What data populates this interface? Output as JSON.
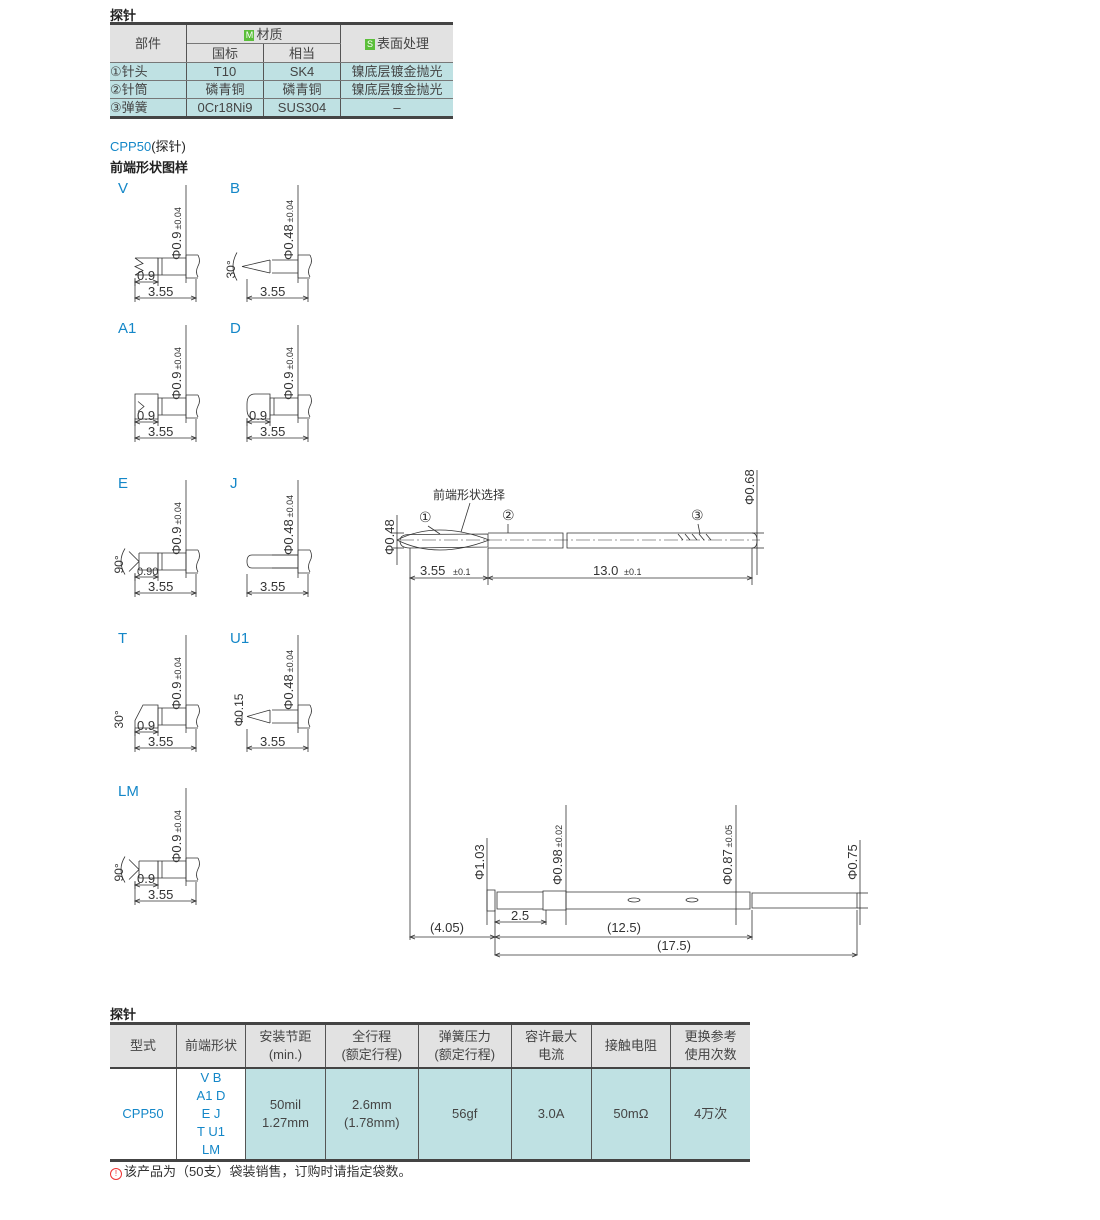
{
  "materials": {
    "title": "探针",
    "headers": {
      "part": "部件",
      "material": "材质",
      "material_badge": "M",
      "gb": "国标",
      "equiv": "相当",
      "surface": "表面处理",
      "surface_badge": "S"
    },
    "rows": [
      {
        "part": "①针头",
        "gb": "T10",
        "equiv": "SK4",
        "surface": "镍底层镀金抛光"
      },
      {
        "part": "②针筒",
        "gb": "磷青铜",
        "equiv": "磷青铜",
        "surface": "镍底层镀金抛光"
      },
      {
        "part": "③弹簧",
        "gb": "0Cr18Ni9",
        "equiv": "SUS304",
        "surface": "–"
      }
    ]
  },
  "model_heading": {
    "model": "CPP50",
    "suffix": "(探针)"
  },
  "tip_heading": "前端形状图样",
  "tips": [
    {
      "name": "V",
      "dia": "Φ0.9",
      "tol": "±0.04",
      "len": "3.55",
      "tiplen": "0.9"
    },
    {
      "name": "B",
      "dia": "Φ0.48",
      "tol": "±0.04",
      "len": "3.55",
      "angle": "30°"
    },
    {
      "name": "A1",
      "dia": "Φ0.9",
      "tol": "±0.04",
      "len": "3.55",
      "tiplen": "0.9"
    },
    {
      "name": "D",
      "dia": "Φ0.9",
      "tol": "±0.04",
      "len": "3.55",
      "tiplen": "0.9"
    },
    {
      "name": "E",
      "dia": "Φ0.9",
      "tol": "±0.04",
      "len": "3.55",
      "tiplen": "0.90",
      "angle": "90°"
    },
    {
      "name": "J",
      "dia": "Φ0.48",
      "tol": "±0.04",
      "len": "3.55"
    },
    {
      "name": "T",
      "dia": "Φ0.9",
      "tol": "±0.04",
      "len": "3.55",
      "tiplen": "0.9",
      "angle": "30°"
    },
    {
      "name": "U1",
      "dia": "Φ0.48",
      "tol": "±0.04",
      "len": "3.55",
      "tipdia": "Φ0.15"
    },
    {
      "name": "LM",
      "dia": "Φ0.9",
      "tol": "±0.04",
      "len": "3.55",
      "tiplen": "0.9",
      "angle": "90°"
    }
  ],
  "probe": {
    "callout": "前端形状选择",
    "part1": "①",
    "part2": "②",
    "part3": "③",
    "tip_dia": "Φ0.48",
    "end_dia": "Φ0.68",
    "len1": "3.55",
    "len1_tol": "±0.1",
    "len2": "13.0",
    "len2_tol": "±0.1"
  },
  "barrel": {
    "d1": "Φ1.03",
    "d2": "Φ0.98",
    "d2_tol": "±0.02",
    "d3": "Φ0.87",
    "d3_tol": "±0.05",
    "d4": "Φ0.75",
    "l_offset": "(4.05)",
    "l_a": "2.5",
    "l_b": "(12.5)",
    "l_total": "(17.5)"
  },
  "specs": {
    "title": "探针",
    "headers": [
      "型式",
      "前端形状",
      "安装节距",
      "(min.)",
      "全行程",
      "(额定行程)",
      "弹簧压力",
      "(额定行程)",
      "容许最大",
      "电流",
      "接触电阻",
      "更换参考",
      "使用次数"
    ],
    "row": {
      "model": "CPP50",
      "tips": [
        "V  B",
        "A1  D",
        "E  J",
        "T  U1",
        "LM"
      ],
      "pitch": [
        "50mil",
        "1.27mm"
      ],
      "stroke": [
        "2.6mm",
        "(1.78mm)"
      ],
      "force": "56gf",
      "current": "3.0A",
      "resistance": "50mΩ",
      "life": "4万次"
    }
  },
  "note": {
    "icon": "!",
    "text": "该产品为（50支）袋装销售，订购时请指定袋数。"
  },
  "colors": {
    "accent": "#1487c8",
    "cell": "#bfe1e3",
    "header": "#e2e2e2",
    "badge": "#5bbf3a"
  }
}
